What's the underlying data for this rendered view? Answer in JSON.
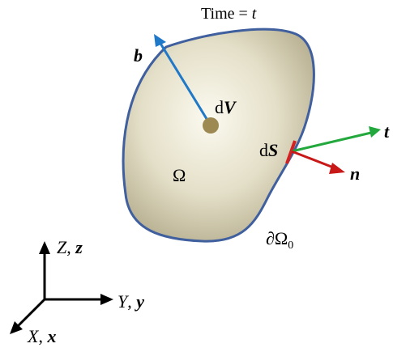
{
  "diagram": {
    "title": {
      "prefix": "Time = ",
      "var": "t"
    },
    "region_label": "Ω",
    "boundary_label": {
      "base": "∂Ω",
      "sub": "0"
    },
    "volume_label": {
      "d": "d",
      "var": "V"
    },
    "surface_label": {
      "d": "d",
      "var": "S"
    },
    "vectors": {
      "body_force": "b",
      "traction": "t",
      "normal": "n"
    },
    "axes": {
      "vertical": {
        "upper": "Z",
        "lower": "z"
      },
      "horizontal": {
        "upper": "Y",
        "lower": "y"
      },
      "diagonal": {
        "upper": "X",
        "lower": "x"
      },
      "separator": ", "
    },
    "colors": {
      "boundary": "#3f5f9e",
      "fill_center": "#fbfaf0",
      "fill_edge": "#b4ac8d",
      "dot": "#9c8a52",
      "body_force_arrow": "#1f78c8",
      "traction_arrow": "#22a83c",
      "normal_arrow": "#c81818",
      "surface_marker": "#d42020",
      "axes": "#000000"
    }
  }
}
